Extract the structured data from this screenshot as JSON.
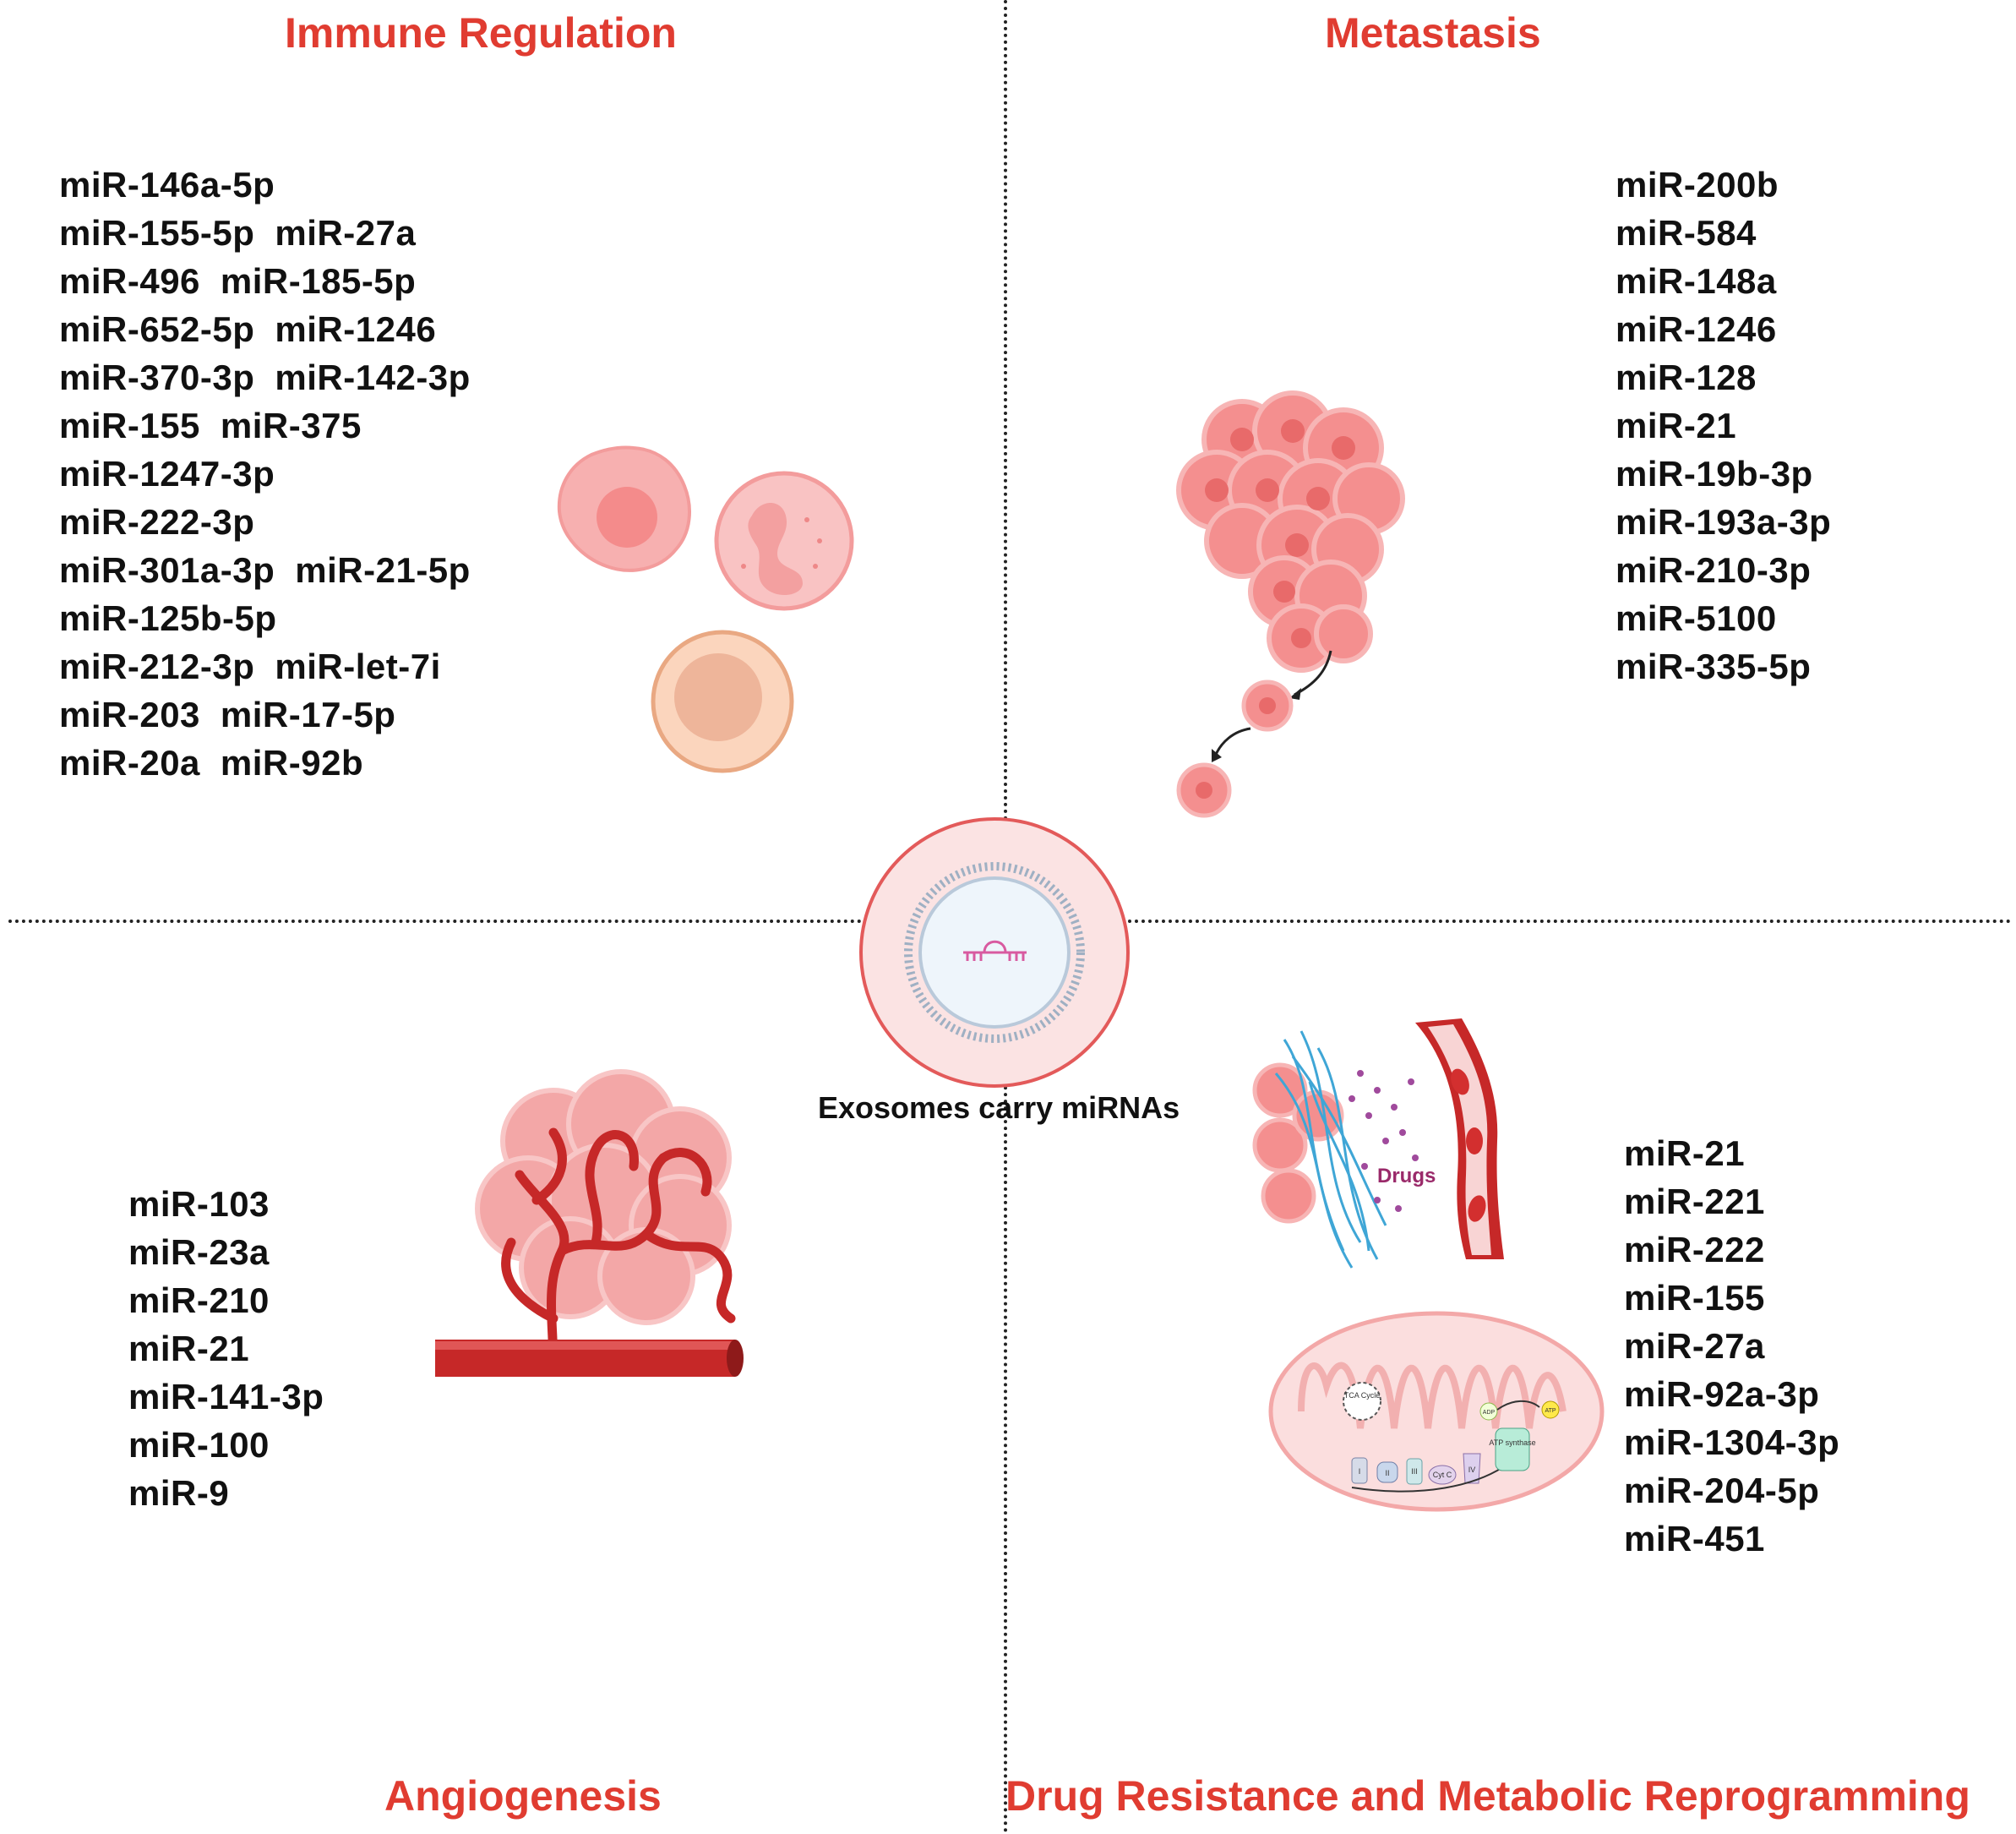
{
  "center": {
    "label": "Exosomes carry miRNAs"
  },
  "quadrants": {
    "immune": {
      "title": "Immune Regulation",
      "rows": [
        [
          "miR-146a-5p"
        ],
        [
          "miR-155-5p",
          "miR-27a"
        ],
        [
          "miR-496",
          "miR-185-5p"
        ],
        [
          "miR-652-5p",
          "miR-1246"
        ],
        [
          "miR-370-3p",
          "miR-142-3p"
        ],
        [
          "miR-155",
          "miR-375"
        ],
        [
          "miR-1247-3p"
        ],
        [
          "miR-222-3p"
        ],
        [
          "miR-301a-3p",
          "miR-21-5p"
        ],
        [
          "miR-125b-5p"
        ],
        [
          "miR-212-3p",
          "miR-let-7i"
        ],
        [
          "miR-203",
          "miR-17-5p"
        ],
        [
          "miR-20a",
          "miR-92b"
        ]
      ]
    },
    "metastasis": {
      "title": "Metastasis",
      "rows": [
        [
          "miR-200b"
        ],
        [
          "miR-584"
        ],
        [
          "miR-148a"
        ],
        [
          "miR-1246"
        ],
        [
          "miR-128"
        ],
        [
          "miR-21"
        ],
        [
          "miR-19b-3p"
        ],
        [
          "miR-193a-3p"
        ],
        [
          "miR-210-3p"
        ],
        [
          "miR-5100"
        ],
        [
          "miR-335-5p"
        ]
      ]
    },
    "angiogenesis": {
      "title": "Angiogenesis",
      "rows": [
        [
          "miR-103"
        ],
        [
          "miR-23a"
        ],
        [
          "miR-210"
        ],
        [
          "miR-21"
        ],
        [
          "miR-141-3p"
        ],
        [
          "miR-100"
        ],
        [
          "miR-9"
        ]
      ]
    },
    "drug": {
      "title": "Drug Resistance and Metabolic Reprogramming",
      "drug_label": "Drugs",
      "mito_labels": {
        "tca": "TCA Cycle",
        "adp": "ADP",
        "atp": "ATP",
        "synthase": "ATP synthase",
        "complex1": "I",
        "complex2": "II",
        "complex3": "III",
        "cytc": "Cyt C",
        "complex4": "IV"
      },
      "rows": [
        [
          "miR-21"
        ],
        [
          "miR-221"
        ],
        [
          "miR-222"
        ],
        [
          "miR-155"
        ],
        [
          "miR-27a"
        ],
        [
          "miR-92a-3p"
        ],
        [
          "miR-1304-3p"
        ],
        [
          "miR-204-5p"
        ],
        [
          "miR-451"
        ]
      ]
    }
  },
  "colors": {
    "title": "#e03c31",
    "cell_pink": "#f08a8a",
    "vessel_red": "#c62828",
    "cell_peach": "#f7c6a6"
  }
}
